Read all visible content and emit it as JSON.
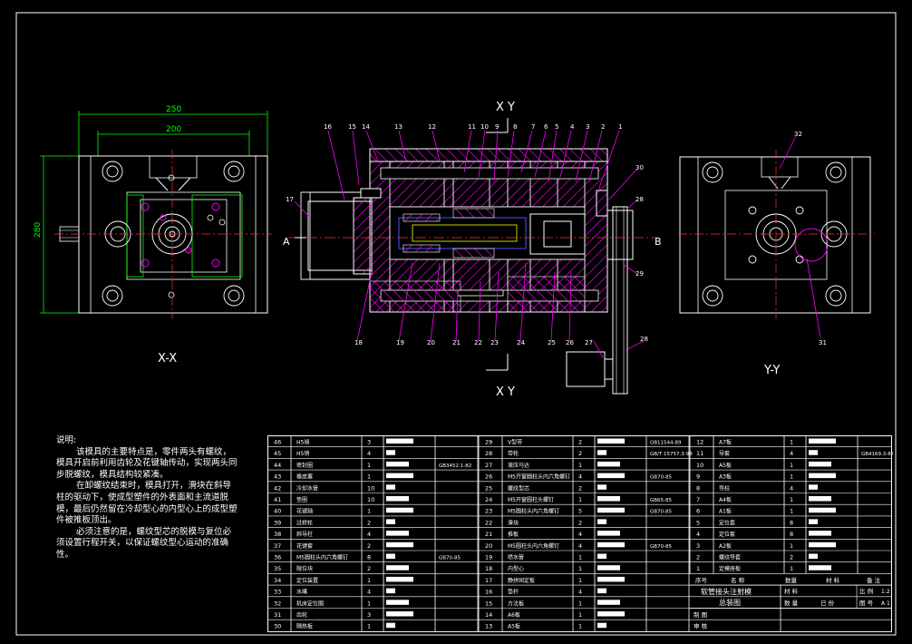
{
  "drawing": {
    "dims": {
      "width_250": "250",
      "width_200": "200",
      "height_280": "280"
    },
    "section_labels": {
      "xx": "X-X",
      "yy": "Y-Y",
      "xy_top": "X Y",
      "xy_bottom": "X Y",
      "a": "A",
      "b": "B"
    },
    "balloons": {
      "top": [
        "16",
        "15",
        "14",
        "13",
        "12",
        "11",
        "10",
        "9",
        "8",
        "7",
        "6",
        "5",
        "4",
        "3",
        "2",
        "1"
      ],
      "right": [
        "30",
        "28",
        "29"
      ],
      "left": [
        "17"
      ],
      "bottom": [
        "18",
        "19",
        "20",
        "21",
        "22",
        "23",
        "24",
        "25",
        "26",
        "27",
        "28"
      ],
      "yy": [
        "32",
        "31"
      ]
    }
  },
  "notes": {
    "title": "说明:",
    "p1": "该模具的主要特点是，零件两头有螺纹，模具开启前利用齿轮及花键轴传动，实现两头同步脱螺纹，模具结构较紧凑。",
    "p2": "在卸螺纹结束时，模具打开，滑块在斜导柱的驱动下，使成型塑件的外表面和主流道脱模，最后仍然留在冷却型心的内型心上的成型塑件被推板顶出。",
    "p3": "必须注意的是，螺纹型芯的脱模与复位必须设置行程开关，以保证螺纹型心运动的准确性。"
  },
  "bom": {
    "col1": [
      [
        "46",
        "H5销",
        "3",
        "",
        ""
      ],
      [
        "45",
        "H5销",
        "4",
        "",
        ""
      ],
      [
        "44",
        "密封圈",
        "1",
        "",
        "GB3452.1-82"
      ],
      [
        "43",
        "橡皮塞",
        "1",
        "",
        ""
      ],
      [
        "42",
        "冷却水管",
        "10",
        "",
        ""
      ],
      [
        "41",
        "垫圈",
        "10",
        "",
        ""
      ],
      [
        "40",
        "花键轴",
        "1",
        "",
        ""
      ],
      [
        "39",
        "过桥轮",
        "2",
        "",
        ""
      ],
      [
        "38",
        "斜导柱",
        "4",
        "",
        ""
      ],
      [
        "37",
        "花键套",
        "2",
        "",
        ""
      ],
      [
        "36",
        "M5圆柱头内六角螺钉",
        "8",
        "",
        "GB70-85"
      ],
      [
        "35",
        "限位块",
        "2",
        "",
        ""
      ],
      [
        "34",
        "定位装置",
        "1",
        "",
        ""
      ],
      [
        "33",
        "水嘴",
        "4",
        "",
        ""
      ],
      [
        "32",
        "机床定位圈",
        "1",
        "",
        ""
      ],
      [
        "31",
        "齿轮",
        "3",
        "",
        ""
      ],
      [
        "30",
        "隔热板",
        "1",
        "",
        ""
      ]
    ],
    "col2": [
      [
        "29",
        "V型带",
        "2",
        "",
        "GB11544-89"
      ],
      [
        "28",
        "带轮",
        "2",
        "",
        "GB/T 15757.3-98"
      ],
      [
        "27",
        "液压马达",
        "1",
        "",
        ""
      ],
      [
        "26",
        "M5开窗圆柱头内六角螺钉",
        "4",
        "",
        "GB70-85"
      ],
      [
        "25",
        "螺纹型芯",
        "2",
        "",
        ""
      ],
      [
        "24",
        "M5开窗圆柱头螺钉",
        "1",
        "",
        "GB65-85"
      ],
      [
        "23",
        "M5圆柱头内六角螺钉",
        "5",
        "",
        "GB70-85"
      ],
      [
        "22",
        "滑块",
        "2",
        "",
        ""
      ],
      [
        "21",
        "推板",
        "4",
        "",
        ""
      ],
      [
        "20",
        "M5圆柱头内六角螺钉",
        "4",
        "",
        "GB70-85"
      ],
      [
        "19",
        "喷水管",
        "1",
        "",
        ""
      ],
      [
        "18",
        "内型心",
        "1",
        "",
        ""
      ],
      [
        "17",
        "静拼固定板",
        "1",
        "",
        ""
      ],
      [
        "16",
        "垫杆",
        "4",
        "",
        ""
      ],
      [
        "15",
        "方法板",
        "1",
        "",
        ""
      ],
      [
        "14",
        "A6板",
        "1",
        "",
        ""
      ],
      [
        "13",
        "A5板",
        "1",
        "",
        ""
      ]
    ],
    "col3": [
      [
        "12",
        "A7板",
        "1",
        "",
        ""
      ],
      [
        "11",
        "导套",
        "4",
        "",
        "GB4169.3-84"
      ],
      [
        "10",
        "A5板",
        "1",
        "",
        ""
      ],
      [
        "9",
        "A3板",
        "1",
        "",
        ""
      ],
      [
        "8",
        "导柱",
        "4",
        "",
        ""
      ],
      [
        "7",
        "A4板",
        "1",
        "",
        ""
      ],
      [
        "6",
        "A1板",
        "1",
        "",
        ""
      ],
      [
        "5",
        "定位套",
        "8",
        "",
        ""
      ],
      [
        "4",
        "定位套",
        "8",
        "",
        ""
      ],
      [
        "3",
        "A2板",
        "1",
        "",
        ""
      ],
      [
        "2",
        "螺纹导套",
        "2",
        "",
        ""
      ],
      [
        "1",
        "定模座板",
        "1",
        "",
        ""
      ]
    ],
    "header": {
      "no": "序号",
      "name": "名 称",
      "qty": "数量",
      "material": "材 料",
      "remark": "备 注"
    },
    "title_block": {
      "title1": "软管接头注射模",
      "title2": "总装图",
      "material_lbl": "材 料",
      "scale_lbl": "比 例",
      "scale_val": "1:2",
      "qty_lbl": "数 量",
      "qty_val": "已 份",
      "drawing_no_lbl": "图 号",
      "drawing_no_val": "A 1",
      "drawn_lbl": "制 图",
      "checked_lbl": "审 核"
    }
  },
  "colors": {
    "bg": "#000000",
    "line": "#ffffff",
    "hatch": "#ff00ff",
    "center": "#ff3030",
    "dim": "#00ff00",
    "blue": "#4f4fff",
    "yellow": "#ffff00"
  }
}
